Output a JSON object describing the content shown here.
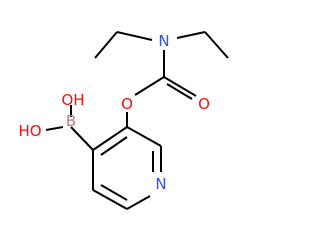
{
  "structure": {
    "atoms": {
      "N_amine": {
        "label": "N",
        "color": "#3050F8"
      },
      "O_carbonyl": {
        "label": "O",
        "color": "#FF0D0D"
      },
      "O_ester": {
        "label": "O",
        "color": "#FF0D0D"
      },
      "B": {
        "label": "B",
        "color": "#C07A7A"
      },
      "OH_upper": {
        "label": "OH",
        "color": "#FF0D0D"
      },
      "OH_lower": {
        "label": "HO",
        "color": "#FF0D0D"
      },
      "N_ring": {
        "label": "N",
        "color": "#3050F8"
      }
    },
    "bond_color": "#000000"
  }
}
